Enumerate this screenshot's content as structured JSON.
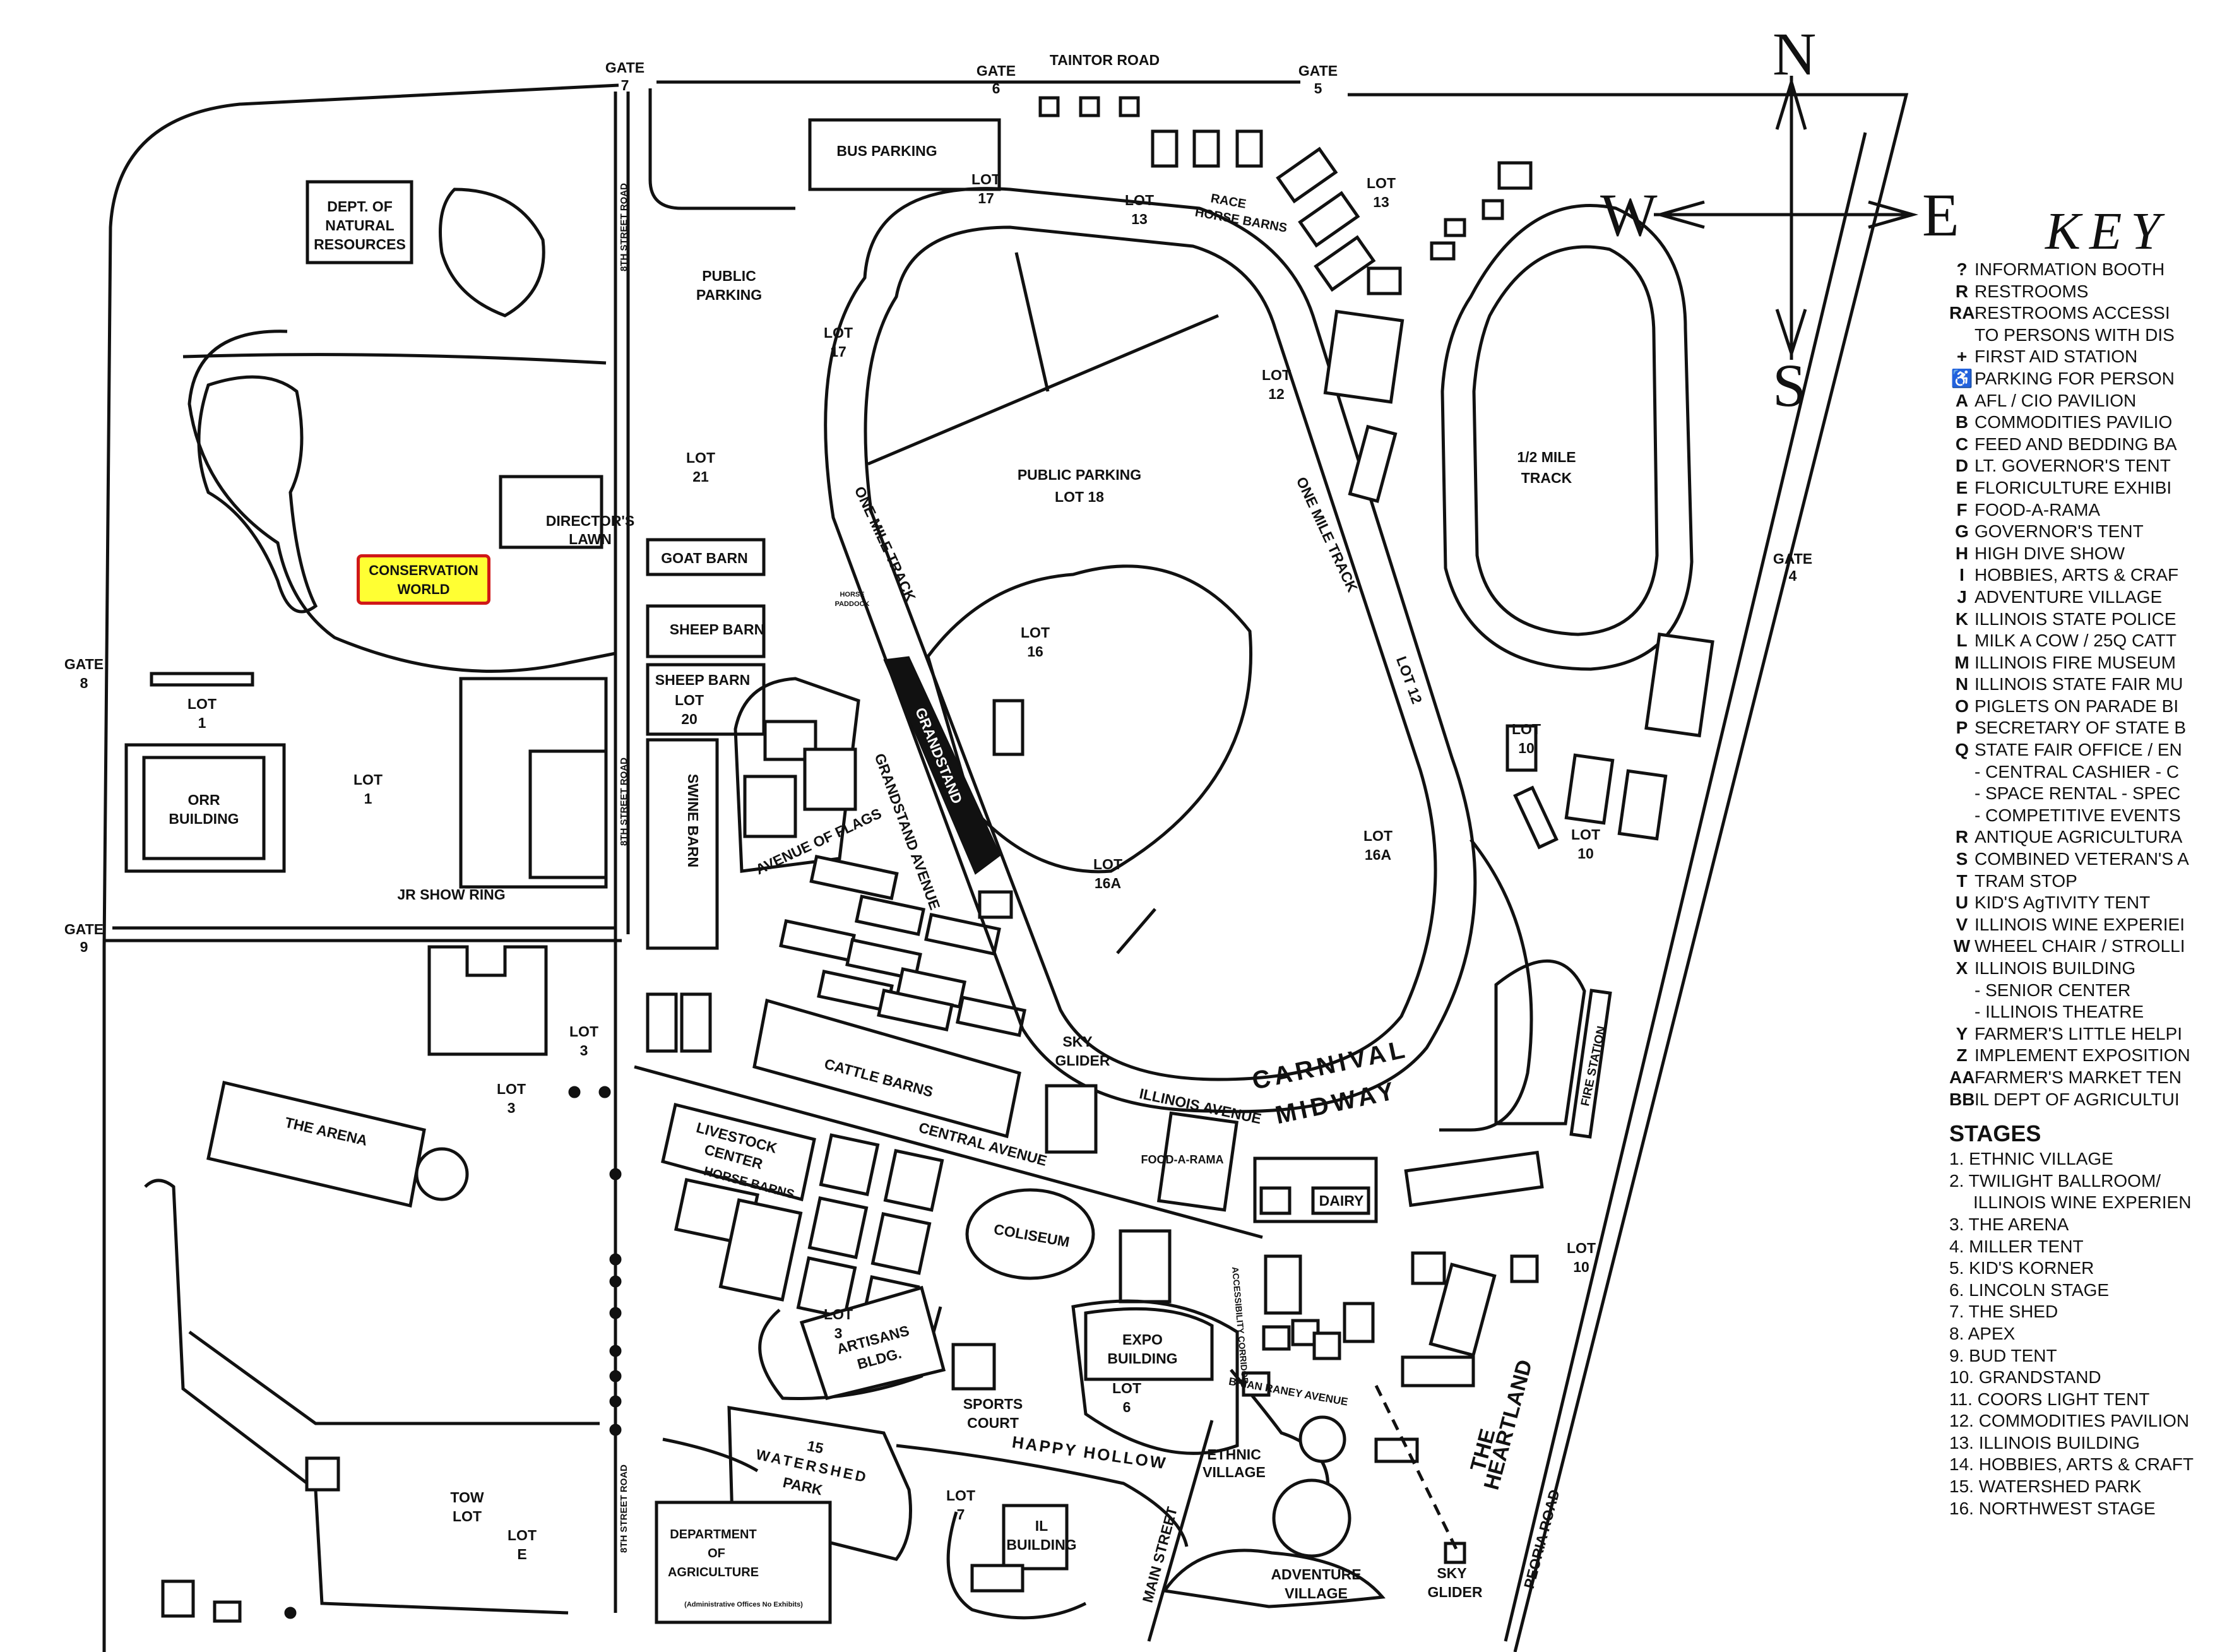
{
  "map": {
    "gates": [
      {
        "word": "GATE",
        "num": "7"
      },
      {
        "word": "GATE",
        "num": "6"
      },
      {
        "word": "GATE",
        "num": "5"
      },
      {
        "word": "GATE",
        "num": "4"
      },
      {
        "word": "GATE",
        "num": "8"
      },
      {
        "word": "GATE",
        "num": "9"
      }
    ],
    "roads": {
      "taintor": "TAINTOR ROAD",
      "eighth_street": "8TH STREET ROAD",
      "peoria": "PEORIA ROAD",
      "central": "CENTRAL AVENUE",
      "illinois": "ILLINOIS AVENUE",
      "grandstand_ave": "GRANDSTAND AVENUE",
      "flags": "AVENUE OF FLAGS",
      "brian_raney": "BRIAN RANEY AVENUE",
      "main_street": "MAIN STREET",
      "one_mile_left": "ONE MILE TRACK",
      "one_mile_right": "ONE MILE TRACK",
      "accessibility": "ACCESSIBILITY CORRIDOR"
    },
    "labels": {
      "dnr": [
        "DEPT. OF",
        "NATURAL",
        "RESOURCES"
      ],
      "bus_parking": "BUS PARKING",
      "public_parking": [
        "PUBLIC",
        "PARKING"
      ],
      "race_horse_barns": [
        "RACE",
        "HORSE BARNS"
      ],
      "public_parking_lot18": [
        "PUBLIC PARKING",
        "LOT 18"
      ],
      "half_mile": [
        "1/2 MILE",
        "TRACK"
      ],
      "directors_lawn": [
        "DIRECTOR'S",
        "LAWN"
      ],
      "conservation": [
        "CONSERVATION",
        "WORLD"
      ],
      "goat_barn": "GOAT BARN",
      "sheep_barn_1": "SHEEP BARN",
      "sheep_barn_2": "SHEEP BARN",
      "swine_barn": "SWINE BARN",
      "horse_paddock": [
        "HORSE",
        "PADDOCK"
      ],
      "grandstand": "GRANDSTAND",
      "orr": [
        "ORR",
        "BUILDING"
      ],
      "jr_show_ring": "JR SHOW RING",
      "the_arena": "THE ARENA",
      "cattle_barns": "CATTLE BARNS",
      "livestock": [
        "LIVESTOCK",
        "CENTER"
      ],
      "horse_barns": "HORSE BARNS",
      "coliseum": "COLISEUM",
      "food_a_rama": "FOOD-A-RAMA",
      "sky_glider_top": [
        "SKY",
        "GLIDER"
      ],
      "carnival": [
        "CARNIVAL",
        "MIDWAY"
      ],
      "fire_station": "FIRE STATION",
      "dairy": "DAIRY",
      "artisans": [
        "ARTISANS",
        "BLDG."
      ],
      "sports_court": [
        "SPORTS",
        "COURT"
      ],
      "expo": [
        "EXPO",
        "BUILDING"
      ],
      "happy_hollow": "HAPPY HOLLOW",
      "watershed": [
        "15",
        "WATERSHED",
        "PARK"
      ],
      "ethnic_village": [
        "ETHNIC",
        "VILLAGE"
      ],
      "adventure_village": [
        "ADVENTURE",
        "VILLAGE"
      ],
      "sky_glider_bottom": [
        "SKY",
        "GLIDER"
      ],
      "heartland": [
        "THE",
        "HEARTLAND"
      ],
      "il_building": [
        "IL",
        "BUILDING"
      ],
      "dept_ag": [
        "DEPARTMENT",
        "OF",
        "AGRICULTURE"
      ],
      "dept_ag_note": "(Administrative Offices No Exhibits)",
      "tow_lot": [
        "TOW",
        "LOT"
      ]
    },
    "lots": {
      "lot17a": [
        "LOT",
        "17"
      ],
      "lot13a": [
        "LOT",
        "13"
      ],
      "lot13b": [
        "LOT",
        "13"
      ],
      "lot17b": [
        "LOT",
        "17"
      ],
      "lot12": [
        "LOT",
        "12"
      ],
      "lot21": [
        "LOT",
        "21"
      ],
      "lot16": [
        "LOT",
        "16"
      ],
      "lot16a": [
        "LOT",
        "16A"
      ],
      "lot16a2": [
        "LOT",
        "16A"
      ],
      "lot1a": [
        "LOT",
        "1"
      ],
      "lot1b": [
        "LOT",
        "1"
      ],
      "lot20": [
        "LOT",
        "20"
      ],
      "lot3a": [
        "LOT",
        "3"
      ],
      "lot3b": [
        "LOT",
        "3"
      ],
      "lot3c": [
        "LOT",
        "3"
      ],
      "lot10a": [
        "LOT",
        "10"
      ],
      "lot10b": [
        "LOT",
        "10"
      ],
      "lot10c": [
        "LOT",
        "10"
      ],
      "lot6": [
        "LOT",
        "6"
      ],
      "lot7": [
        "LOT",
        "7"
      ],
      "lot_e": [
        "LOT",
        "E"
      ],
      "lot12_track": "LOT 12"
    }
  },
  "compass": {
    "n": "N",
    "s": "S",
    "e": "E",
    "w": "W"
  },
  "key": {
    "title": "KEY",
    "items": [
      {
        "code": "?",
        "text": "INFORMATION BOOTH"
      },
      {
        "code": "R",
        "text": "RESTROOMS"
      },
      {
        "code": "RA",
        "text": "RESTROOMS ACCESSI"
      },
      {
        "code": "",
        "text": "TO PERSONS WITH DIS"
      },
      {
        "code": "+",
        "text": "FIRST AID STATION"
      },
      {
        "code": "♿",
        "text": "PARKING FOR PERSON"
      },
      {
        "code": "A",
        "text": "AFL / CIO PAVILION"
      },
      {
        "code": "B",
        "text": "COMMODITIES PAVILIO"
      },
      {
        "code": "C",
        "text": "FEED AND BEDDING BA"
      },
      {
        "code": "D",
        "text": "LT. GOVERNOR'S TENT"
      },
      {
        "code": "E",
        "text": "FLORICULTURE EXHIBI"
      },
      {
        "code": "F",
        "text": "FOOD-A-RAMA"
      },
      {
        "code": "G",
        "text": "GOVERNOR'S TENT"
      },
      {
        "code": "H",
        "text": "HIGH DIVE SHOW"
      },
      {
        "code": "I",
        "text": "HOBBIES, ARTS & CRAF"
      },
      {
        "code": "J",
        "text": "ADVENTURE VILLAGE"
      },
      {
        "code": "K",
        "text": "ILLINOIS STATE POLICE"
      },
      {
        "code": "L",
        "text": "MILK A COW / 25Q CATT"
      },
      {
        "code": "M",
        "text": "ILLINOIS FIRE MUSEUM"
      },
      {
        "code": "N",
        "text": "ILLINOIS STATE FAIR MU"
      },
      {
        "code": "O",
        "text": "PIGLETS ON PARADE BI"
      },
      {
        "code": "P",
        "text": "SECRETARY OF STATE B"
      },
      {
        "code": "Q",
        "text": "STATE FAIR OFFICE / EN"
      },
      {
        "code": "",
        "text": "- CENTRAL CASHIER - C"
      },
      {
        "code": "",
        "text": "- SPACE RENTAL - SPEC"
      },
      {
        "code": "",
        "text": "- COMPETITIVE EVENTS"
      },
      {
        "code": "R",
        "text": "ANTIQUE AGRICULTURA"
      },
      {
        "code": "S",
        "text": "COMBINED VETERAN'S A"
      },
      {
        "code": "T",
        "text": "TRAM STOP"
      },
      {
        "code": "U",
        "text": "KID'S AgTIVITY TENT"
      },
      {
        "code": "V",
        "text": "ILLINOIS WINE EXPERIEI"
      },
      {
        "code": "W",
        "text": "WHEEL CHAIR / STROLLI"
      },
      {
        "code": "X",
        "text": "ILLINOIS BUILDING"
      },
      {
        "code": "",
        "text": "- SENIOR CENTER"
      },
      {
        "code": "",
        "text": "- ILLINOIS THEATRE"
      },
      {
        "code": "Y",
        "text": "FARMER'S LITTLE HELPI"
      },
      {
        "code": "Z",
        "text": "IMPLEMENT EXPOSITION"
      },
      {
        "code": "AA",
        "text": "FARMER'S MARKET TEN"
      },
      {
        "code": "BB",
        "text": "IL DEPT OF AGRICULTUI"
      }
    ]
  },
  "stages": {
    "title": "STAGES",
    "items": [
      "1. ETHNIC VILLAGE",
      "2. TWILIGHT BALLROOM/",
      "ILLINOIS WINE EXPERIEN",
      "3. THE ARENA",
      "4. MILLER TENT",
      "5. KID'S KORNER",
      "6. LINCOLN STAGE",
      "7. THE SHED",
      "8. APEX",
      "9. BUD TENT",
      "10. GRANDSTAND",
      "11. COORS LIGHT TENT",
      "12. COMMODITIES PAVILION",
      "13. ILLINOIS BUILDING",
      "14. HOBBIES, ARTS & CRAFT",
      "15. WATERSHED PARK",
      "16. NORTHWEST STAGE"
    ]
  }
}
